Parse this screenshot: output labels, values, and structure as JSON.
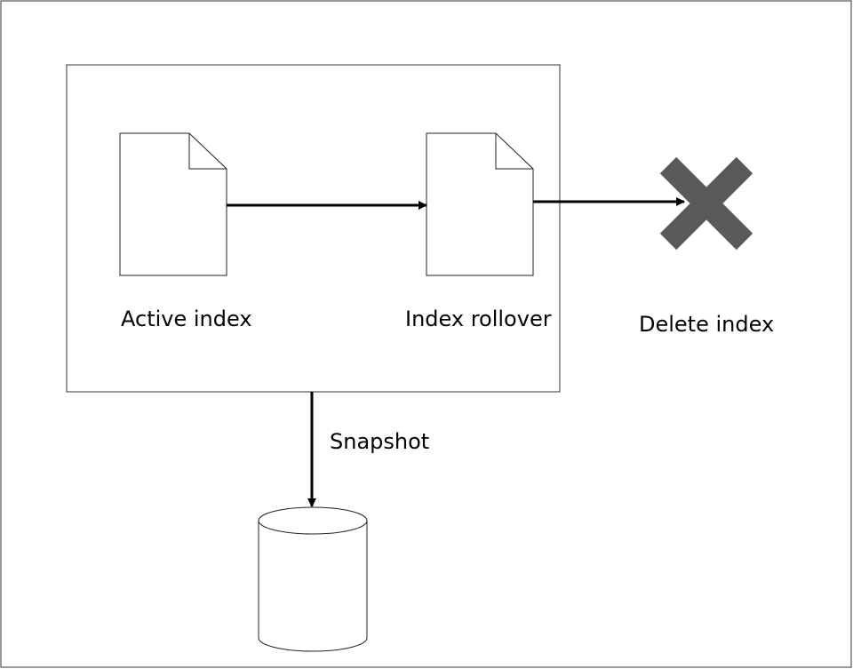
{
  "labels": {
    "active_index": "Active index",
    "index_rollover": "Index rollover",
    "delete_index": "Delete index",
    "snapshot": "Snapshot"
  },
  "icons": {
    "active_document": "document-icon",
    "rollover_document": "document-icon",
    "delete": "x-cross-icon",
    "storage": "database-cylinder-icon"
  },
  "colors": {
    "stroke": "#000000",
    "outline_gray": "#555555",
    "cross_fill": "#595959",
    "background": "#ffffff"
  }
}
